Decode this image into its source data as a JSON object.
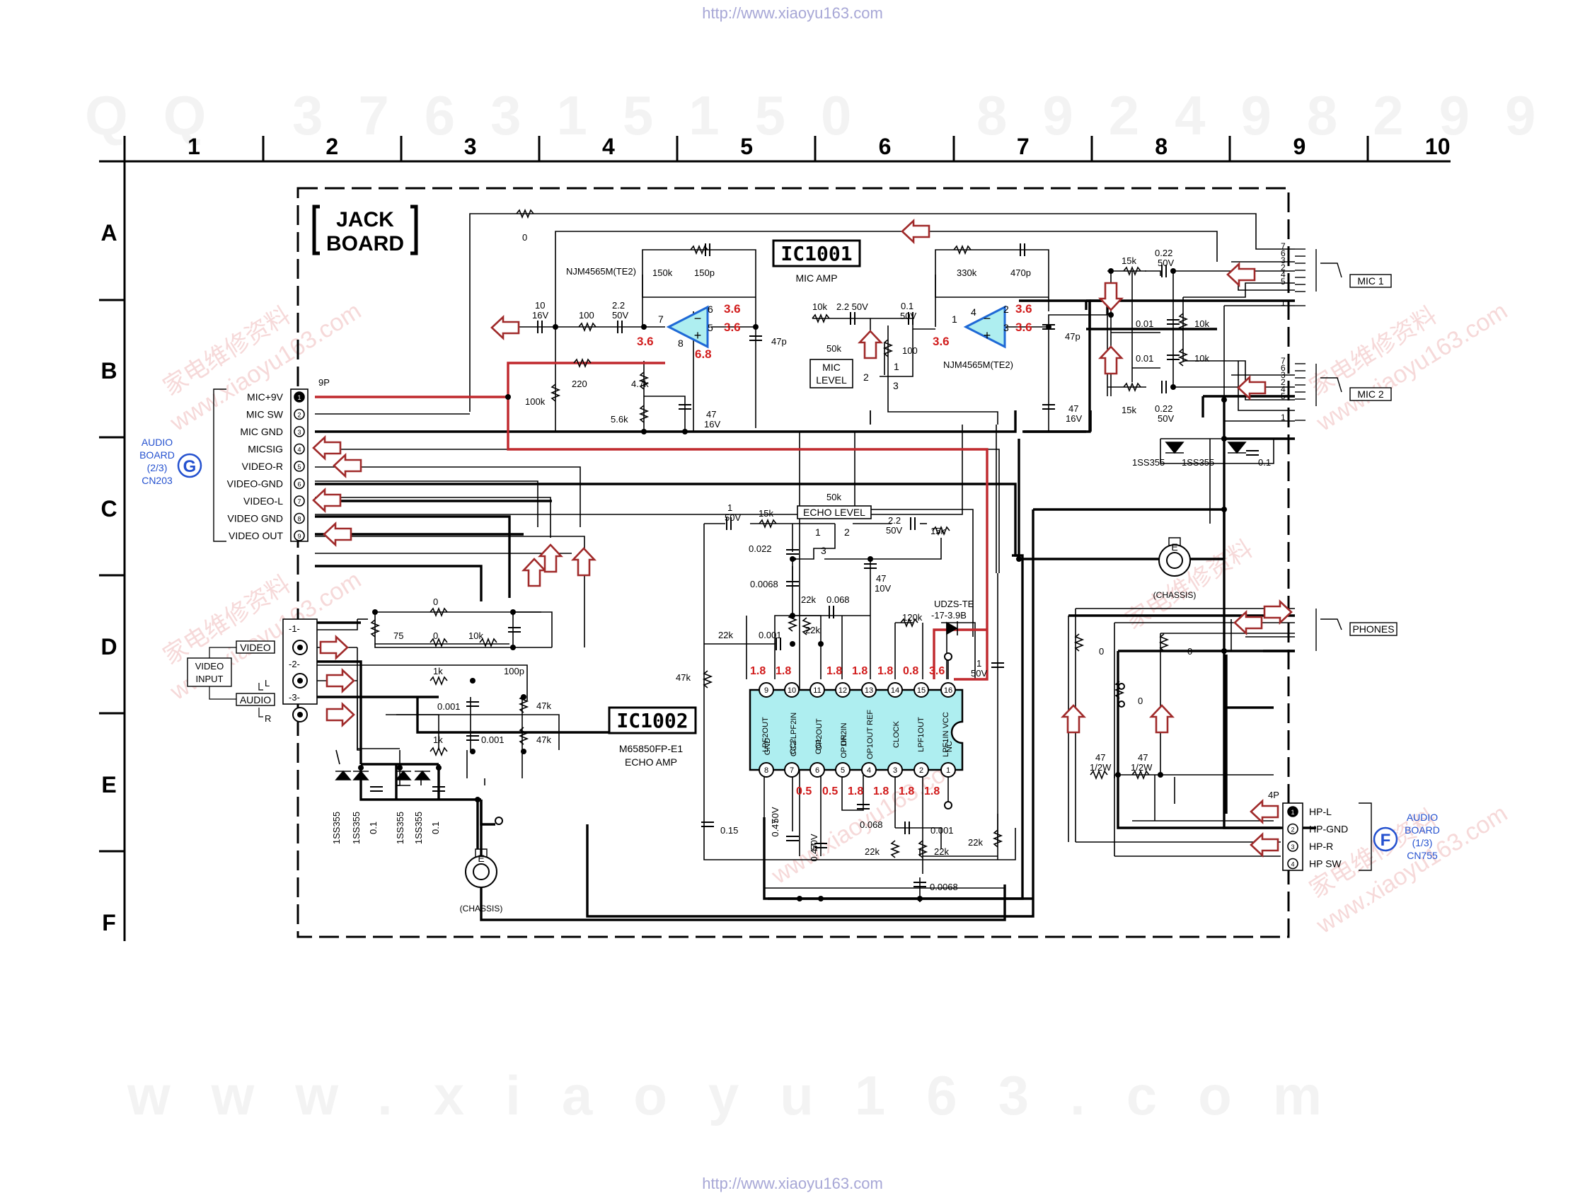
{
  "watermarks": {
    "url_top": "http://www.xiaoyu163.com",
    "url_bottom": "http://www.xiaoyu163.com",
    "qq": "QQ 376315150",
    "phone": "892498299",
    "www": "www.xiaoyu163.com",
    "diagonal_cn": "家电维修资料",
    "diagonal_site": "www.xiaoyu163.com"
  },
  "grid": {
    "columns": [
      "1",
      "2",
      "3",
      "4",
      "5",
      "6",
      "7",
      "8",
      "9",
      "10"
    ],
    "rows": [
      "A",
      "B",
      "C",
      "D",
      "E",
      "F"
    ]
  },
  "board_title": {
    "line1": "JACK",
    "line2": "BOARD"
  },
  "ic1001": {
    "name": "IC1001",
    "function": "MIC AMP",
    "part_left": "NJM4565M(TE2)",
    "part_right": "NJM4565M(TE2)"
  },
  "ic1002": {
    "name": "IC1002",
    "part": "M65850FP-E1",
    "function": "ECHO AMP",
    "top_pins": [
      "9",
      "10",
      "11",
      "12",
      "13",
      "14",
      "15",
      "16"
    ],
    "top_labels": [
      "LPF2OUT",
      "CC2 LPF2IN",
      "OP2OUT",
      "OP2IN",
      "OP1OUT REF",
      "CLOCK",
      "LPF1OUT",
      "LPF1IN VCC",
      "NC"
    ],
    "bottom_pins": [
      "8",
      "7",
      "6",
      "5",
      "4",
      "3",
      "2",
      "1"
    ],
    "bottom_labels": [
      "GND",
      "CC2",
      "CC1",
      "OP1IN",
      "",
      "",
      "",
      "NC"
    ],
    "top_voltages": [
      "1.8",
      "1.8",
      "1.8",
      "1.8",
      "1.8",
      "0.8",
      "3.6"
    ],
    "bottom_voltages": [
      "0.5",
      "0.5",
      "1.8",
      "1.8",
      "1.8",
      "1.8"
    ]
  },
  "audio_board_g": {
    "letter": "G",
    "line1": "AUDIO",
    "line2": "BOARD",
    "line3": "(2/3)",
    "line4": "CN203",
    "connector": "9P",
    "pins": [
      "MIC+9V",
      "MIC SW",
      "MIC GND",
      "MICSIG",
      "VIDEO-R",
      "VIDEO-GND",
      "VIDEO-L",
      "VIDEO GND",
      "VIDEO OUT"
    ],
    "pin_numbers": [
      "1",
      "2",
      "3",
      "4",
      "5",
      "6",
      "7",
      "8",
      "9"
    ]
  },
  "audio_board_f": {
    "letter": "F",
    "line1": "AUDIO",
    "line2": "BOARD",
    "line3": "(1/3)",
    "line4": "CN755",
    "connector": "4P",
    "pins": [
      "HP-L",
      "HP-GND",
      "HP-R",
      "HP SW"
    ],
    "pin_numbers": [
      "1",
      "2",
      "3",
      "4"
    ]
  },
  "jacks": {
    "mic1": "MIC 1",
    "mic2": "MIC 2",
    "phones": "PHONES",
    "video": "VIDEO",
    "audio": "AUDIO",
    "video_input_1": "VIDEO",
    "video_input_2": "INPUT",
    "l": "L",
    "r": "R",
    "j1": "-1-",
    "j2": "-2-",
    "j3": "-3-"
  },
  "mic_level": {
    "line1": "MIC",
    "line2": "LEVEL"
  },
  "echo_level": "ECHO LEVEL",
  "chassis": {
    "letter": "E",
    "label": "(CHASSIS)"
  },
  "diode_zener": {
    "line1": "UDZS-TE",
    "line2": "-17-3.9B"
  },
  "diodes": {
    "d1": "1SS355",
    "d2": "1SS355"
  },
  "opamp_voltages": {
    "u1_6": "3.6",
    "u1_5": "3.6",
    "u1_7": "3.6",
    "u1_8": "6.8",
    "u2_2": "3.6",
    "u2_3": "3.6",
    "u2_1": "3.6"
  },
  "components": {
    "r_0_top": "0",
    "c10_16": "10",
    "c10_16v": "16V",
    "r100": "100",
    "c22_50": "2.2",
    "c22_50v": "50V",
    "r150k": "150k",
    "c150p": "150p",
    "r220": "220",
    "r47k": "4.7k",
    "r56k": "5.6k",
    "c47_16": "47",
    "c47_16v": "16V",
    "c47p": "47p",
    "r100k": "100k",
    "r10k_mic": "10k",
    "c22_50b": "2.2 50V",
    "r50k": "50k",
    "c01": "0.1",
    "c01v": "50V",
    "r100b": "100",
    "r330k": "330k",
    "c470p": "470p",
    "c47p_b": "47p",
    "c47_16b": "47",
    "c47_16bv": "16V",
    "r15k_a": "15k",
    "c022_a": "0.22",
    "c022_av": "50V",
    "c001_a": "0.01",
    "r10k_a": "10k",
    "c001_b": "0.01",
    "r10k_b": "10k",
    "r15k_b": "15k",
    "c022_b": "0.22",
    "c022_bv": "50V",
    "d_1ss355_a": "1SS355",
    "d_1ss355_b": "1SS355",
    "c01_d": "0.1",
    "pot_1": "1",
    "pot_2": "2",
    "pot_3": "3",
    "c1_50": "1",
    "c1_50v": "50V",
    "r15k_c": "15k",
    "r50k_b": "50k",
    "c0022": "0.022",
    "c22_b": "2.2",
    "c22_bv": "50V",
    "r15k_d": "15k",
    "c47_10": "47",
    "c47_10v": "10V",
    "c00068": "0.0068",
    "r22k_a": "22k",
    "c0068": "0.068",
    "r22k_b": "22k",
    "r22k_c": "22k",
    "c0001": "0.001",
    "r120k": "120k",
    "r47k_b": "47k",
    "c1_50b": "1",
    "c1_50bv": "50V",
    "c015": "0.15",
    "c047": "0.47",
    "c047v": "50V",
    "c047b": "0.47",
    "c047bv": "50V",
    "c0068b": "0.068",
    "c0001b": "0.001",
    "r22k_d": "22k",
    "r22k_e": "22k",
    "c00068b": "0.0068",
    "r22k_f": "22k",
    "r0_d": "0",
    "r75": "75",
    "r0_e": "0",
    "r10k_d": "10k",
    "r1k_a": "1k",
    "c100p": "100p",
    "c0001_c": "0.001",
    "r47k_c": "47k",
    "r1k_b": "1k",
    "c0001_d": "0.001",
    "r47k_d": "47k",
    "r0_p1": "0",
    "r0_p2": "0",
    "r0_p3": "0",
    "r47_a": "47",
    "r47_av": "1/2W",
    "r47_b": "47",
    "r47_bv": "1/2W",
    "c01_e": "0.1",
    "c01_f": "0.1"
  },
  "colors": {
    "red_wire": "#c0282d",
    "arrow_red": "#a02a2a",
    "voltage_red": "#d11b1b",
    "ic_fill": "#aeeef0",
    "opamp_blue": "#1f69d6",
    "link_blue": "#2451cf",
    "grid_line": "#000000"
  }
}
